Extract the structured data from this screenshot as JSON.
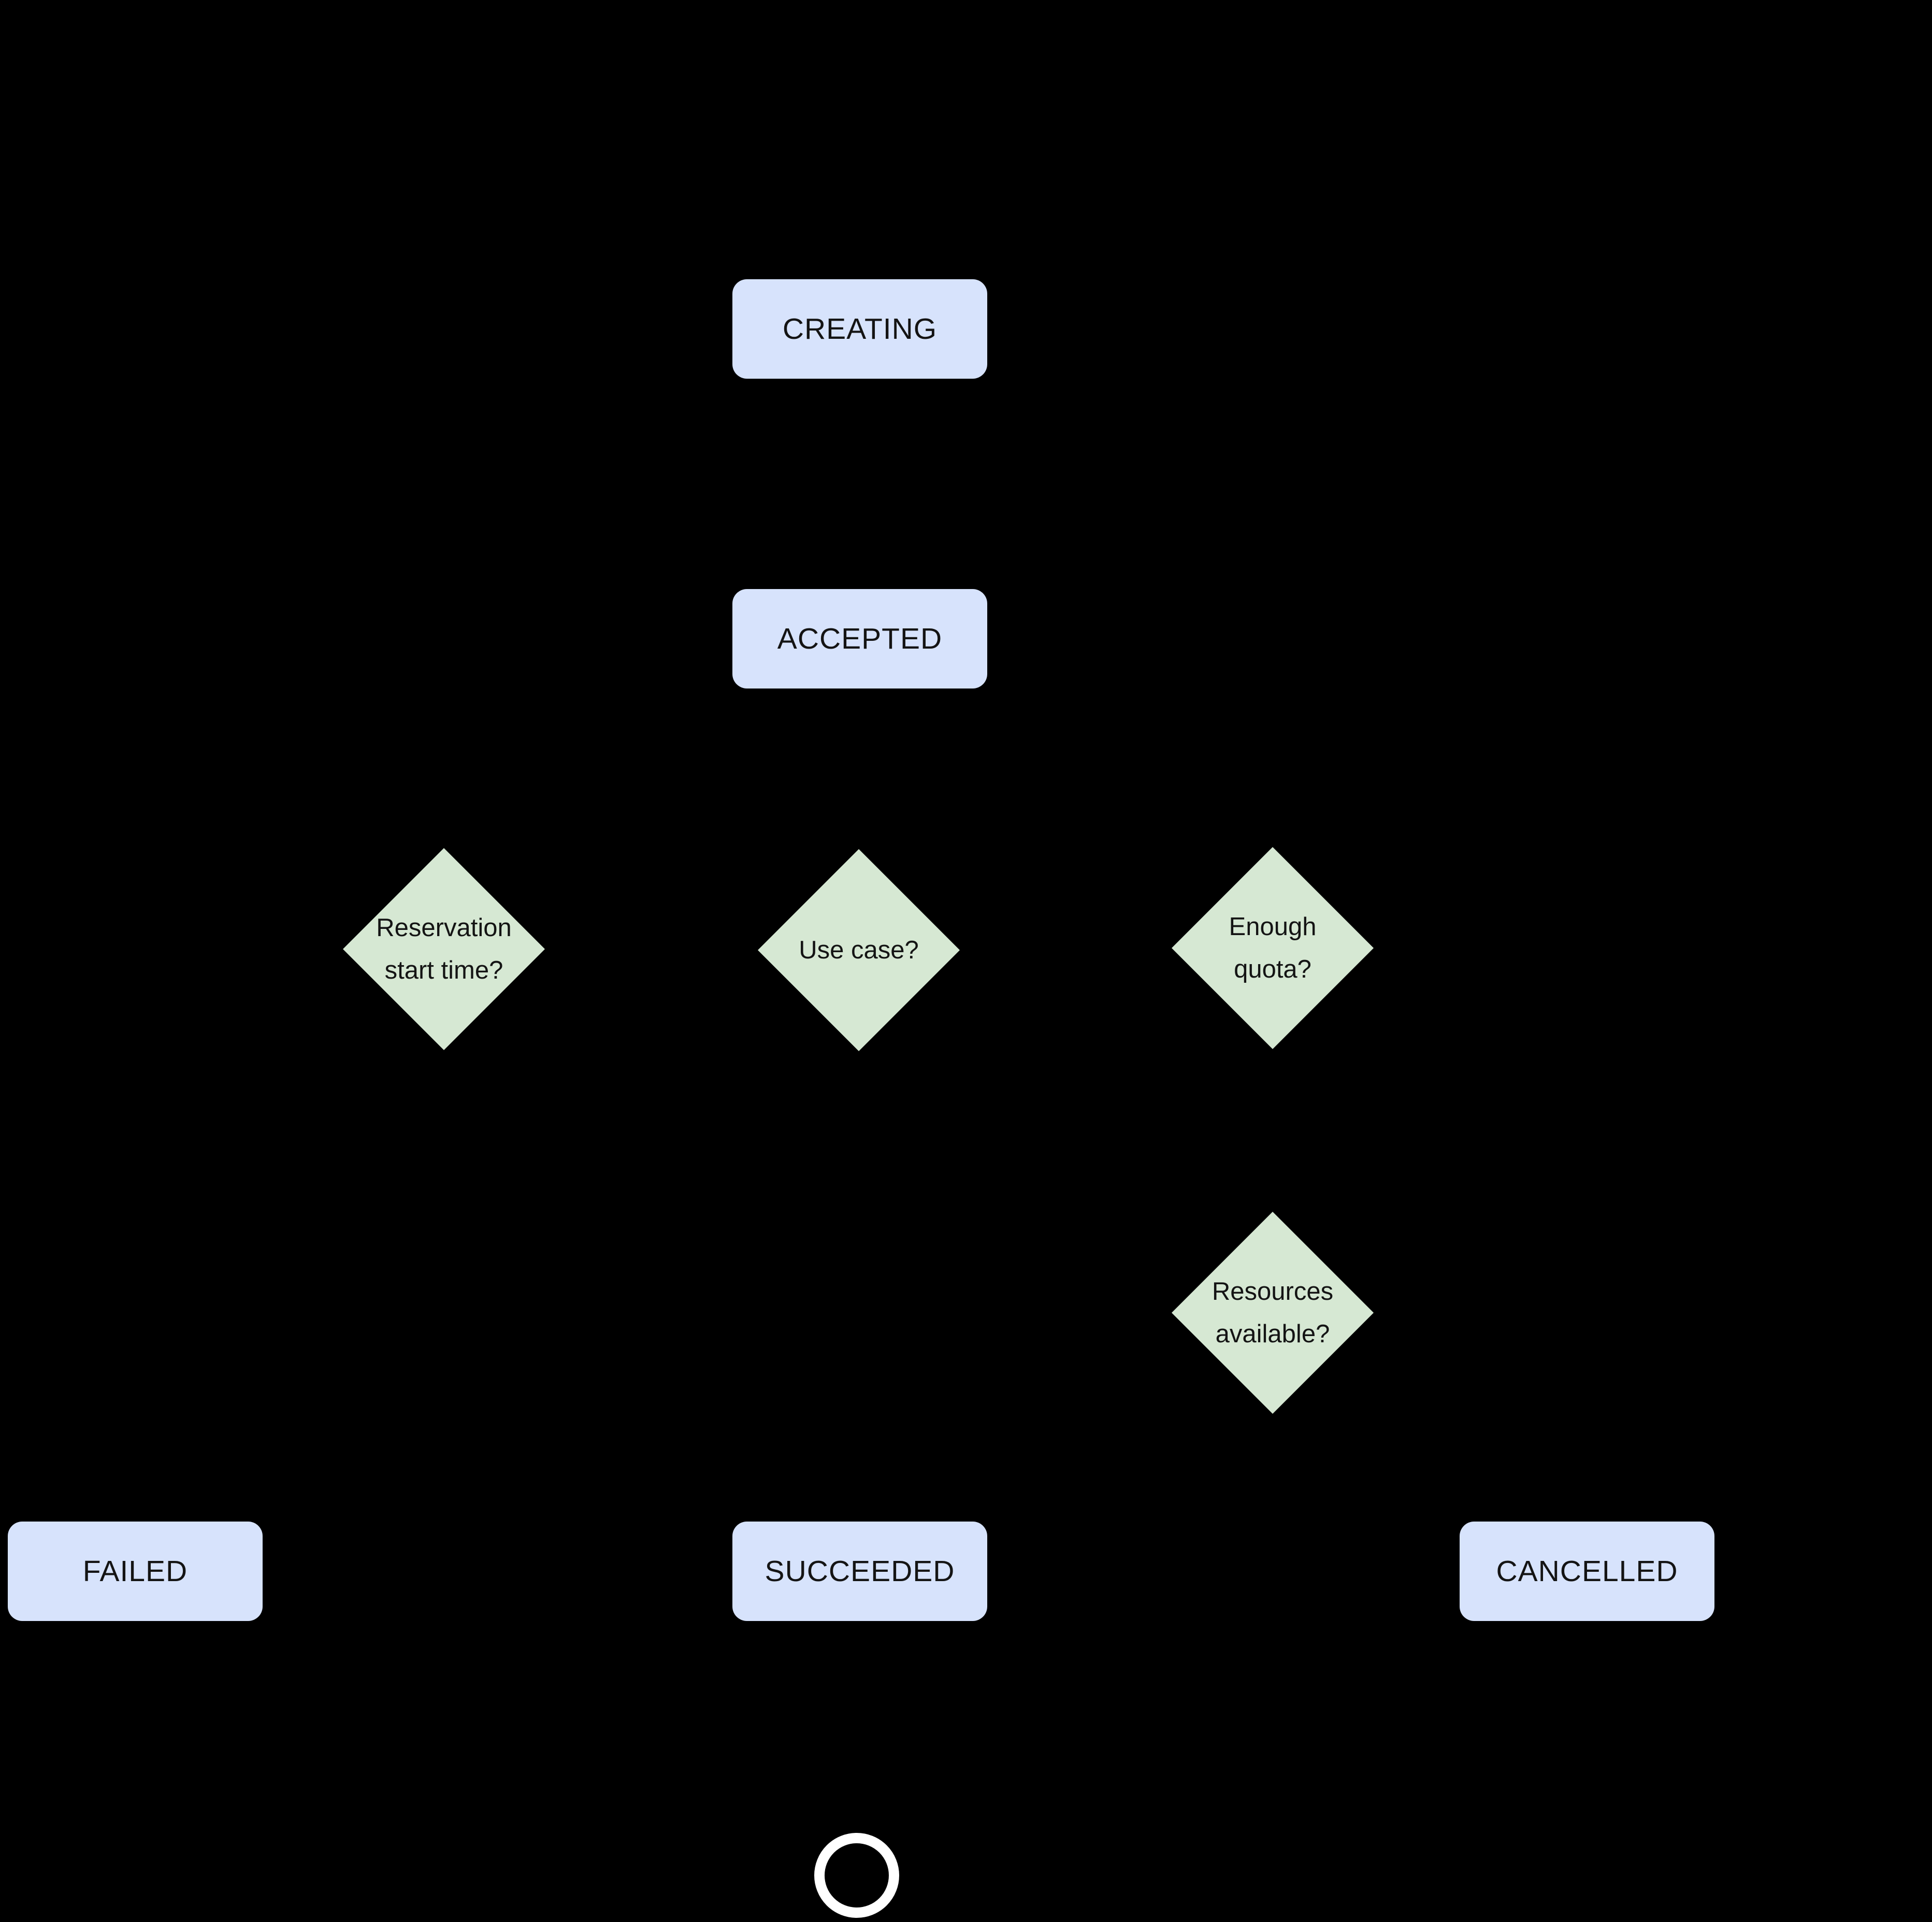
{
  "colors": {
    "background": "#000000",
    "state_fill": "#d7e3fc",
    "decision_fill": "#d6e8d3",
    "node_text": "#141414",
    "end_ring": "#ffffff"
  },
  "states": {
    "creating": {
      "label": "CREATING"
    },
    "accepted": {
      "label": "ACCEPTED"
    },
    "failed": {
      "label": "FAILED"
    },
    "succeeded": {
      "label": "SUCCEEDED"
    },
    "cancelled": {
      "label": "CANCELLED"
    }
  },
  "decisions": {
    "reservation_start_time": {
      "line1": "Reservation",
      "line2": "start time?"
    },
    "use_case": {
      "line1": "Use case?"
    },
    "enough_quota": {
      "line1": "Enough",
      "line2": "quota?"
    },
    "resources_available": {
      "line1": "Resources",
      "line2": "available?"
    }
  },
  "end_state": {
    "kind": "final-state-circle"
  }
}
